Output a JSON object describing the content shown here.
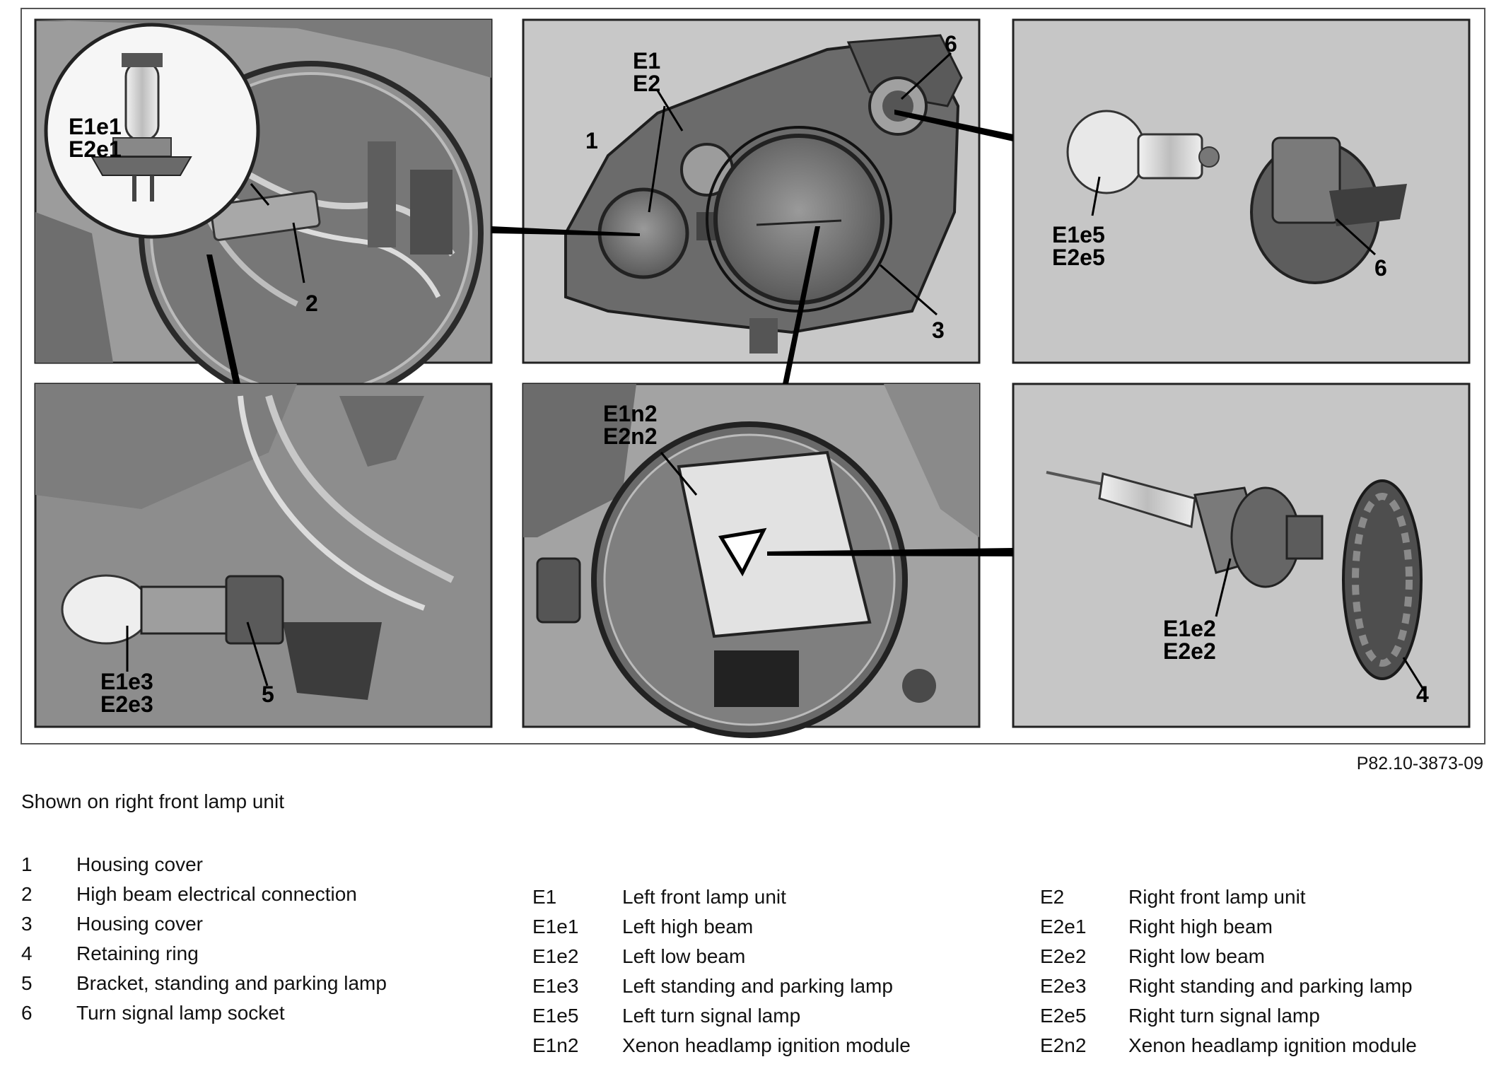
{
  "callouts": {
    "e1e1": "E1e1",
    "e2e1": "E2e1",
    "n2": "2",
    "e1": "E1",
    "e2": "E2",
    "n1": "1",
    "n3": "3",
    "n6a": "6",
    "e1e5": "E1e5",
    "e2e5": "E2e5",
    "n6b": "6",
    "e1e3": "E1e3",
    "e2e3": "E2e3",
    "n5": "5",
    "e1n2": "E1n2",
    "e2n2": "E2n2",
    "e1e2": "E1e2",
    "e2e2": "E2e2",
    "n4": "4"
  },
  "ref_code": "P82.10-3873-09",
  "shown_on": "Shown on right front lamp unit",
  "legend_numbers": [
    {
      "key": "1",
      "text": "Housing cover"
    },
    {
      "key": "2",
      "text": "High beam electrical connection"
    },
    {
      "key": "3",
      "text": "Housing cover"
    },
    {
      "key": "4",
      "text": "Retaining ring"
    },
    {
      "key": "5",
      "text": "Bracket, standing and parking lamp"
    },
    {
      "key": "6",
      "text": "Turn signal lamp socket"
    }
  ],
  "legend_left": [
    {
      "key": "E1",
      "text": "Left front lamp unit"
    },
    {
      "key": "E1e1",
      "text": "Left high beam"
    },
    {
      "key": "E1e2",
      "text": "Left low beam"
    },
    {
      "key": "E1e3",
      "text": "Left standing and parking lamp"
    },
    {
      "key": "E1e5",
      "text": "Left turn signal lamp"
    },
    {
      "key": "E1n2",
      "text": "Xenon headlamp ignition module"
    }
  ],
  "legend_right": [
    {
      "key": "E2",
      "text": "Right front lamp unit"
    },
    {
      "key": "E2e1",
      "text": "Right high beam"
    },
    {
      "key": "E2e2",
      "text": "Right low beam"
    },
    {
      "key": "E2e3",
      "text": "Right standing and parking lamp"
    },
    {
      "key": "E2e5",
      "text": "Right turn signal lamp"
    },
    {
      "key": "E2n2",
      "text": "Xenon headlamp ignition module"
    }
  ]
}
